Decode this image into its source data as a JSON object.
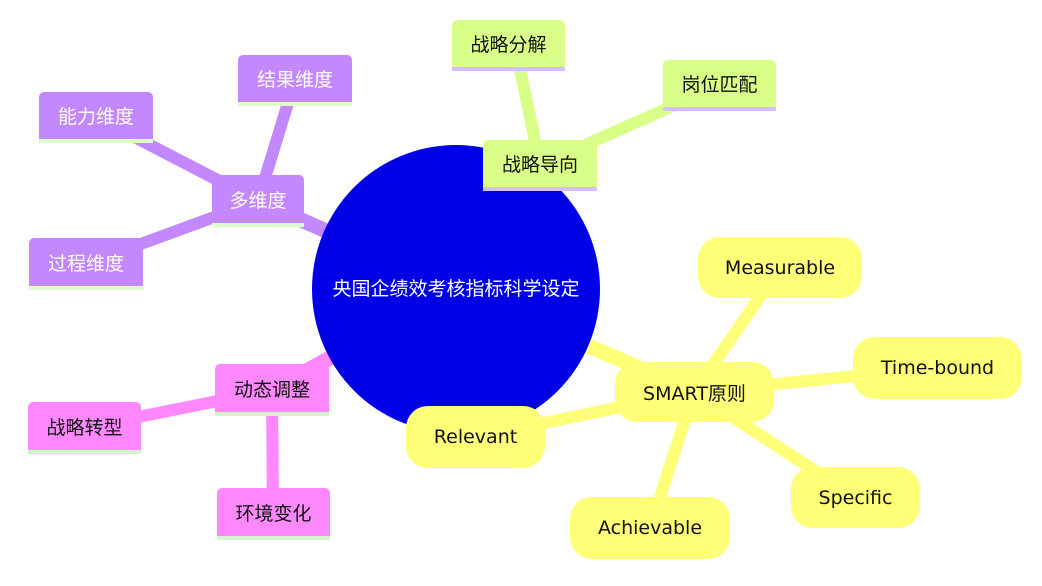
{
  "colors": {
    "root": "#0000e6",
    "purple": "#c387fe",
    "green": "#d9ff88",
    "pink": "#ff88ff",
    "yellow": "#ffff78"
  },
  "root": "央国企绩效考核指标科学设定",
  "branches": {
    "multi": {
      "label": "多维度",
      "children": [
        "结果维度",
        "能力维度",
        "过程维度"
      ]
    },
    "strategy": {
      "label": "战略导向",
      "children": [
        "战略分解",
        "岗位匹配"
      ]
    },
    "dynamic": {
      "label": "动态调整",
      "children": [
        "战略转型",
        "环境变化"
      ]
    },
    "smart": {
      "label": "SMART原则",
      "children": [
        "Measurable",
        "Time-bound",
        "Relevant",
        "Achievable",
        "Specific"
      ]
    }
  }
}
